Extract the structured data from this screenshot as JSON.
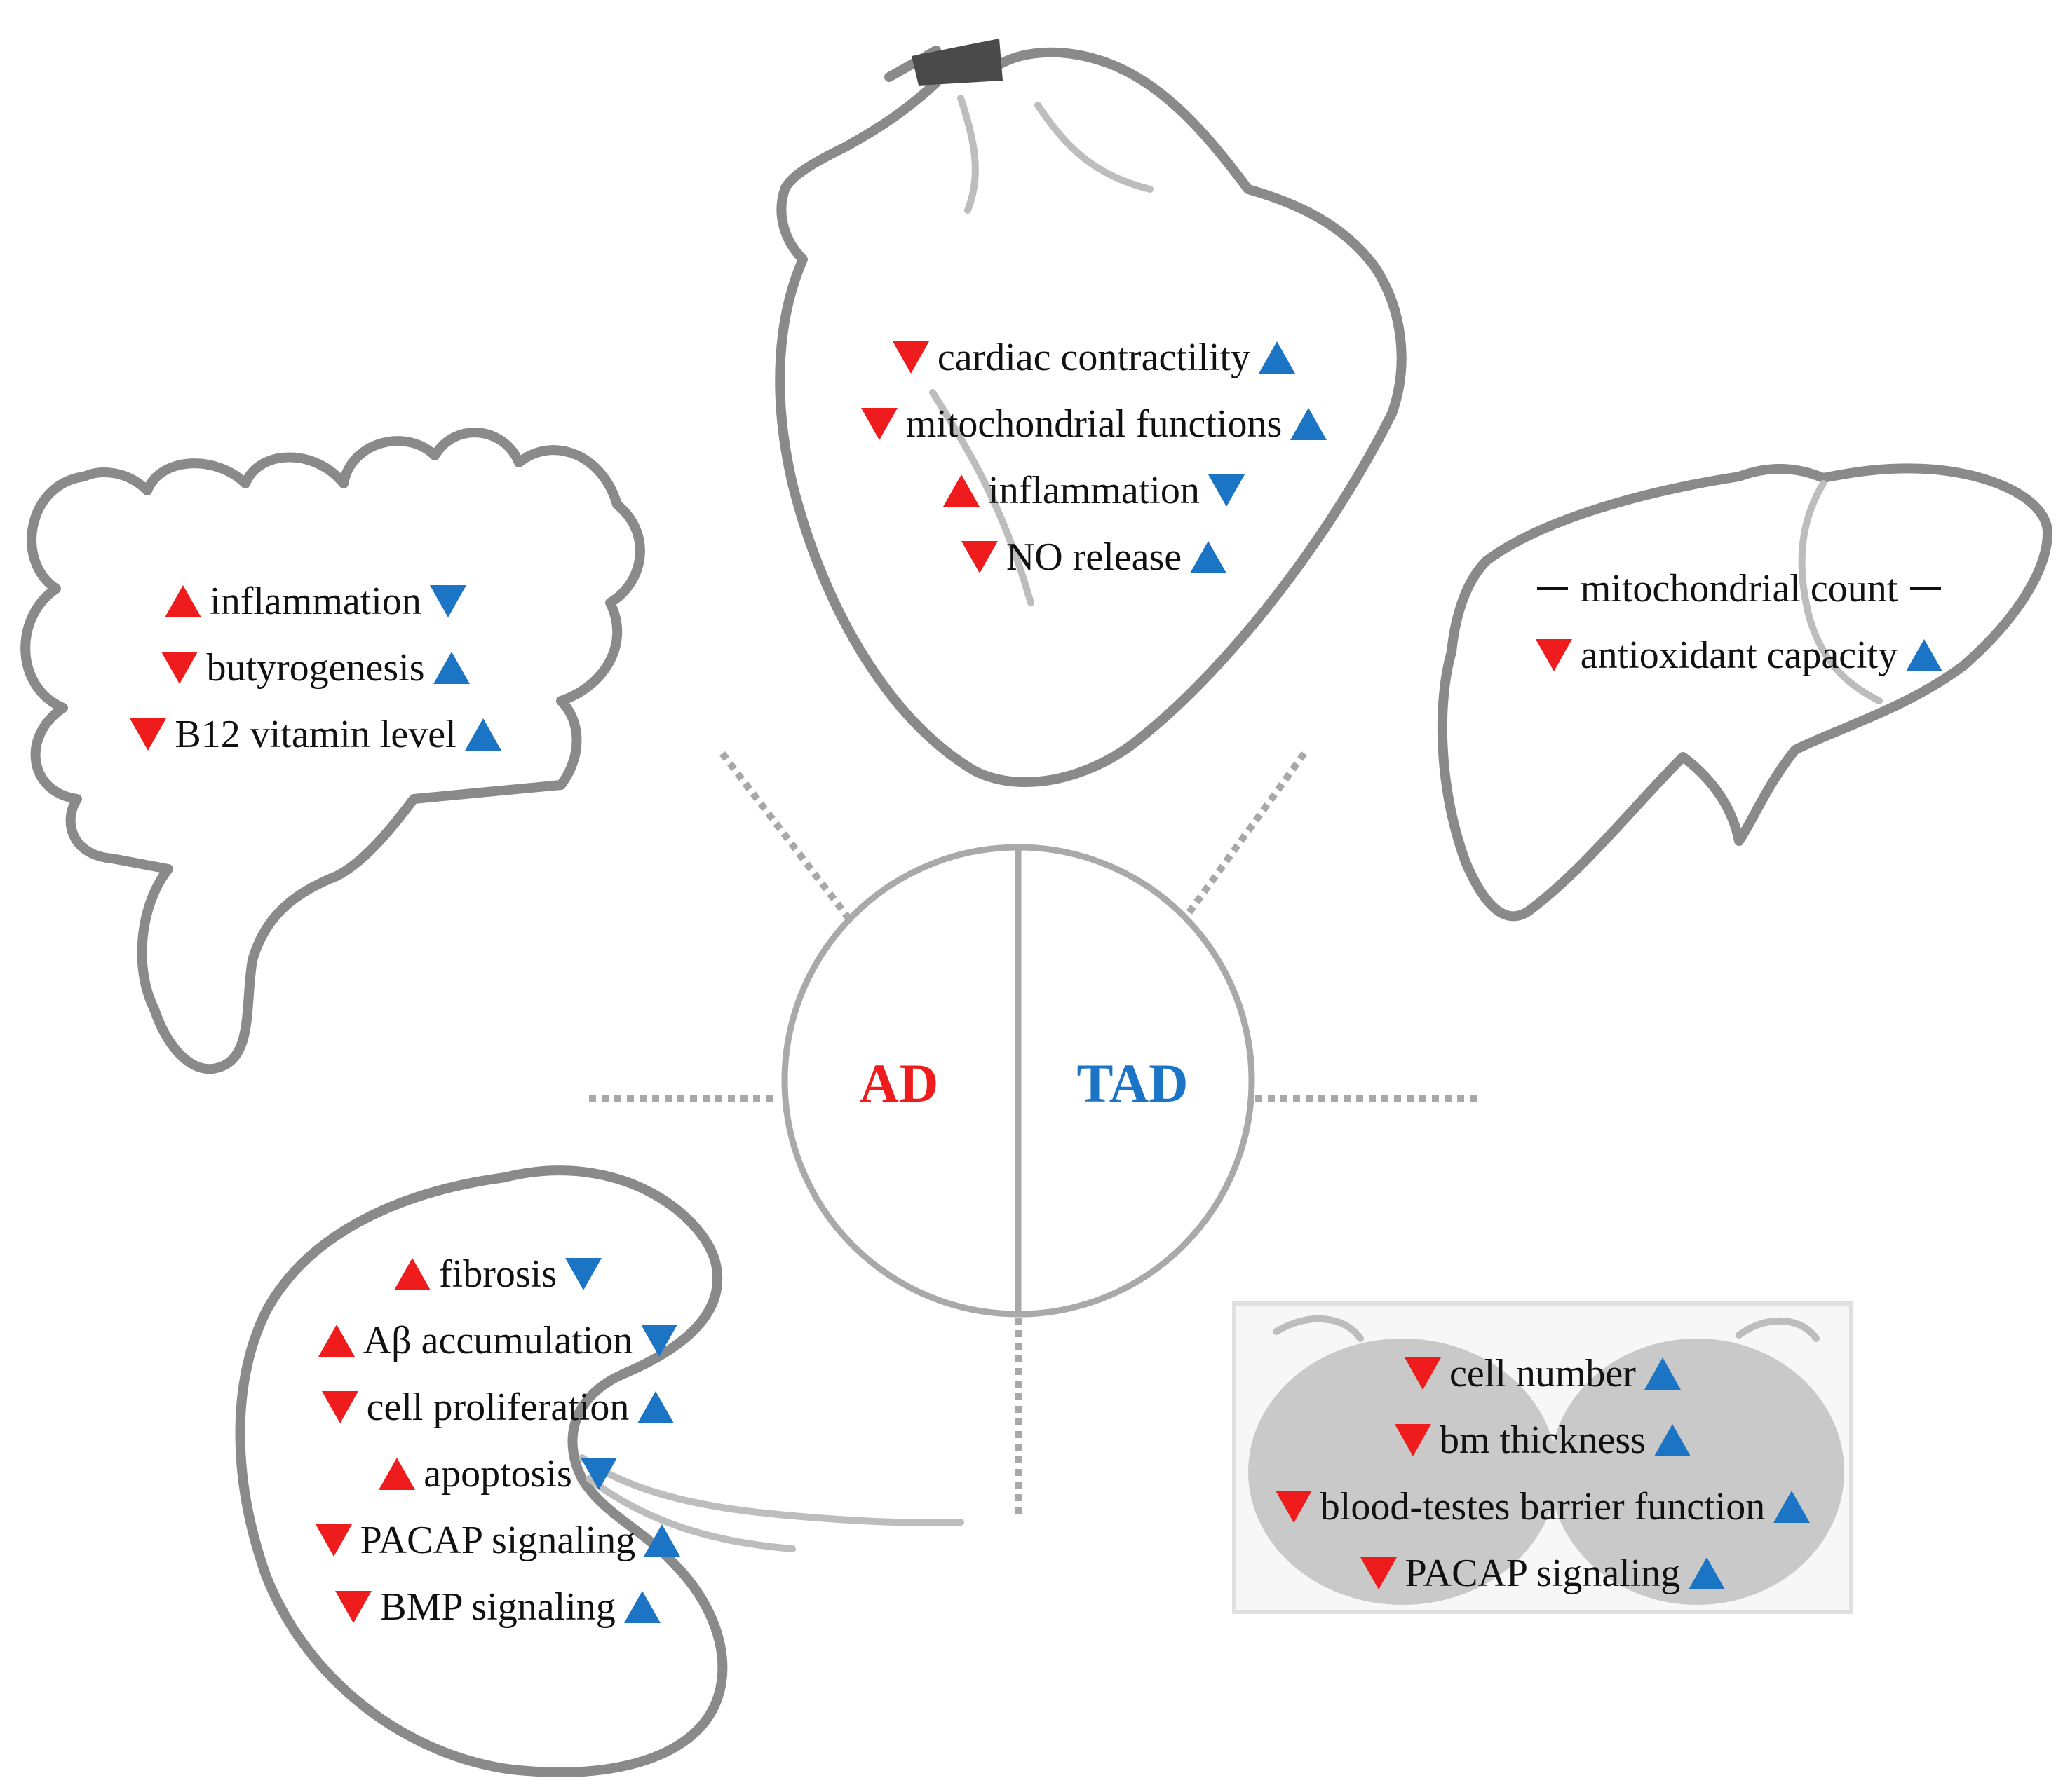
{
  "colors": {
    "ad": "#ee1c1c",
    "tad": "#1c74c4",
    "outline": "#8a8a8a",
    "spoke": "#a8a8a8"
  },
  "center": {
    "ad_label": "AD",
    "tad_label": "TAD"
  },
  "organs": {
    "heart": {
      "icon": "heart-icon",
      "effects": [
        {
          "label": "cardiac  contractility",
          "ad": "down",
          "tad": "up"
        },
        {
          "label": "mitochondrial  functions",
          "ad": "down",
          "tad": "up"
        },
        {
          "label": "inflammation",
          "ad": "up",
          "tad": "down"
        },
        {
          "label": "NO release",
          "ad": "down",
          "tad": "up"
        }
      ]
    },
    "intestine": {
      "icon": "intestine-icon",
      "effects": [
        {
          "label": "inflammation",
          "ad": "up",
          "tad": "down"
        },
        {
          "label": "butyrogenesis",
          "ad": "down",
          "tad": "up"
        },
        {
          "label": "B12 vitamin level",
          "ad": "down",
          "tad": "up"
        }
      ]
    },
    "liver": {
      "icon": "liver-icon",
      "effects": [
        {
          "label": "mitochondrial  count",
          "ad": "none",
          "tad": "none"
        },
        {
          "label": "antioxidant  capacity",
          "ad": "down",
          "tad": "up"
        }
      ]
    },
    "kidney": {
      "icon": "kidney-icon",
      "effects": [
        {
          "label": "fibrosis",
          "ad": "up",
          "tad": "down"
        },
        {
          "label": "Aβ accumulation",
          "ad": "up",
          "tad": "down"
        },
        {
          "label": "cell proliferation",
          "ad": "down",
          "tad": "up"
        },
        {
          "label": "apoptosis",
          "ad": "up",
          "tad": "down"
        },
        {
          "label": "PACAP  signaling",
          "ad": "down",
          "tad": "up"
        },
        {
          "label": "BMP  signaling",
          "ad": "down",
          "tad": "up"
        }
      ]
    },
    "testes": {
      "icon": "testes-icon",
      "effects": [
        {
          "label": "cell number",
          "ad": "down",
          "tad": "up"
        },
        {
          "label": "bm thickness",
          "ad": "down",
          "tad": "up"
        },
        {
          "label": "blood-testes barrier function",
          "ad": "down",
          "tad": "up"
        },
        {
          "label": "PACAP  signaling",
          "ad": "down",
          "tad": "up"
        }
      ]
    }
  }
}
